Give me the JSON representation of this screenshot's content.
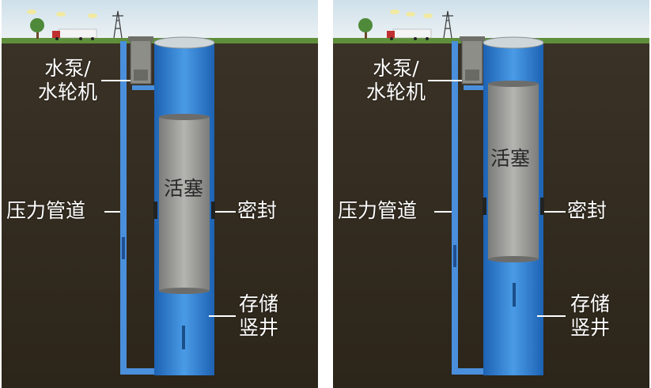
{
  "panels": [
    {
      "state": "left",
      "labels": {
        "pump_line1": "水泵/",
        "pump_line2": "水轮机",
        "piston": "活塞",
        "seal": "密封",
        "penstock": "压力管道",
        "shaft_line1": "存储",
        "shaft_line2": "竖井"
      }
    },
    {
      "state": "right",
      "labels": {
        "pump_line1": "水泵/",
        "pump_line2": "水轮机",
        "piston": "活塞",
        "seal": "密封",
        "penstock": "压力管道",
        "shaft_line1": "存储",
        "shaft_line2": "竖井"
      }
    }
  ],
  "colors": {
    "sky": "#dfe9ef",
    "grass": "#5f8f3a",
    "soil": "#3d3428",
    "water": "#2f7fd0",
    "piston": "#9c9c98",
    "pipe": "#4a8fdc"
  }
}
